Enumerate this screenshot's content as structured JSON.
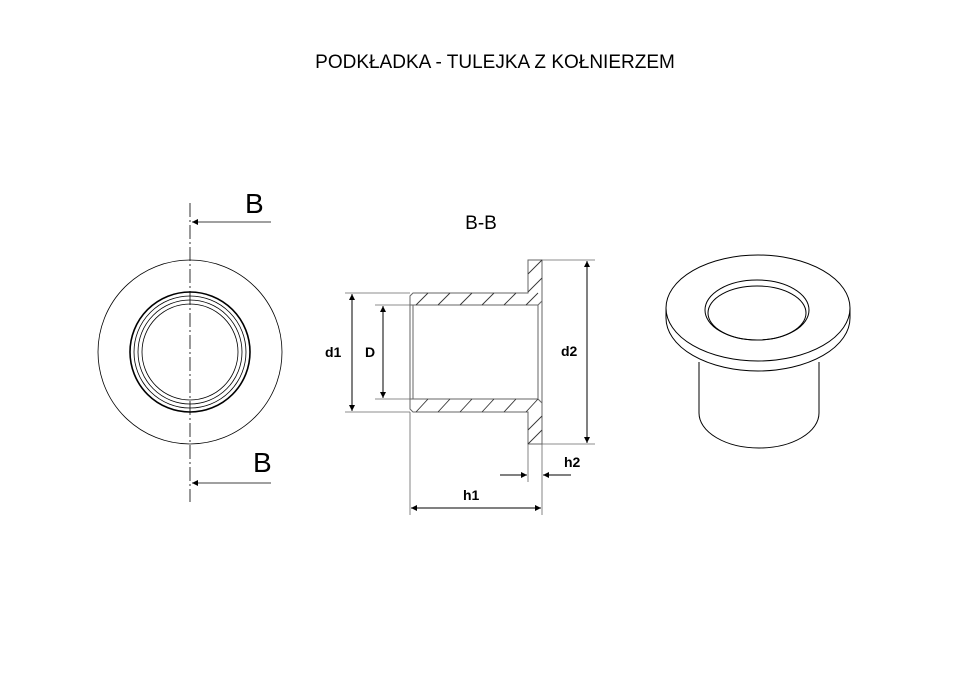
{
  "title": "PODKŁADKA - TULEJKA Z KOŁNIERZEM",
  "front_view": {
    "section_mark_top": "B",
    "section_mark_bottom": "B"
  },
  "section_view": {
    "label": "B-B",
    "dimensions": {
      "d1": "d1",
      "D": "D",
      "d2": "d2",
      "h1": "h1",
      "h2": "h2"
    }
  },
  "colors": {
    "line": "#000000",
    "thin": "#555555",
    "background": "#ffffff"
  }
}
